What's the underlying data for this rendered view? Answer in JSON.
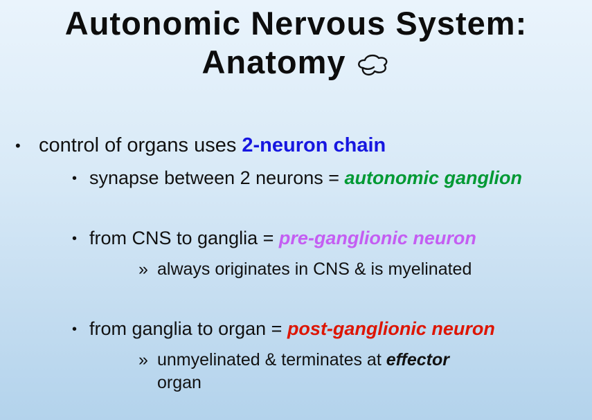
{
  "slide": {
    "title": {
      "line1": "Autonomic Nervous System:",
      "line2": "Anatomy"
    },
    "colors": {
      "neuron_chain_blue": "#1616e0",
      "ganglion_green": "#009933",
      "preganglionic_purple": "#c45ef2",
      "postganglionic_red": "#dd1502",
      "background_top": "#eaf4fc",
      "background_bottom": "#b3d3ec"
    },
    "icons": {
      "doodle": "cloud-scribble-icon"
    },
    "bullets": {
      "b1": {
        "marker": "•",
        "seg_plain": "control of organs uses ",
        "seg_highlight": "2-neuron chain"
      },
      "b2": {
        "marker": "•",
        "seg_plain": "synapse between 2 neurons = ",
        "seg_highlight": "autonomic ganglion"
      },
      "b3": {
        "marker": "•",
        "seg_plain": "from CNS to ganglia = ",
        "seg_highlight": "pre-ganglionic neuron"
      },
      "b3a": {
        "marker": "»",
        "text": "always originates in CNS & is myelinated"
      },
      "b4": {
        "marker": "•",
        "seg_plain": "from ganglia to organ = ",
        "seg_highlight": "post-ganglionic neuron"
      },
      "b4a": {
        "marker": "»",
        "seg1": "unmyelinated & terminates at ",
        "seg_emphasis": "effector",
        "seg2": "organ"
      }
    }
  }
}
